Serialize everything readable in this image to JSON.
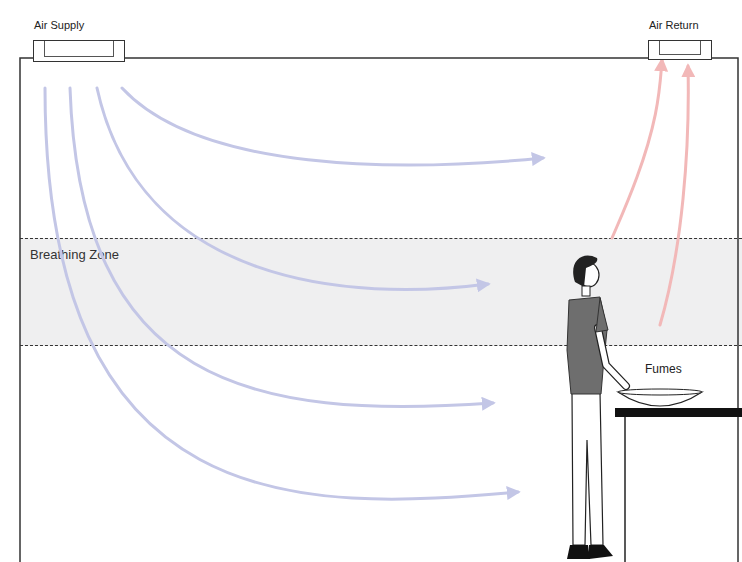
{
  "diagram": {
    "nodes": [
      {
        "text": [
          "Air Supply"
        ]
      },
      {
        "text": [
          "Air Return"
        ]
      },
      {
        "text": [
          "Breathing Zone"
        ]
      }
    ],
    "edges": [
      {
        "from": 2,
        "to": 1,
        "arrow": "to"
      }
    ],
    "labels": [
      "Fumes"
    ]
  }
}
